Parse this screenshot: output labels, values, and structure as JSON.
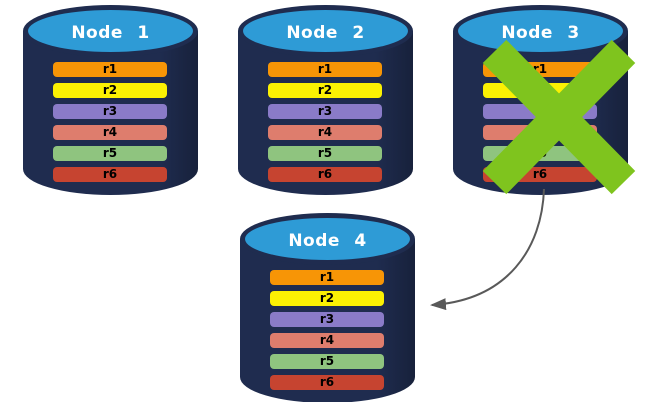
{
  "diagram": {
    "nodes": [
      {
        "label": "Node 1",
        "records": [
          "r1",
          "r2",
          "r3",
          "r4",
          "r5",
          "r6"
        ],
        "failed": false
      },
      {
        "label": "Node 2",
        "records": [
          "r1",
          "r2",
          "r3",
          "r4",
          "r5",
          "r6"
        ],
        "failed": false
      },
      {
        "label": "Node 3",
        "records": [
          "r1",
          "r2",
          "r3",
          "r4",
          "r5",
          "r6"
        ],
        "failed": true
      },
      {
        "label": "Node 4",
        "records": [
          "r1",
          "r2",
          "r3",
          "r4",
          "r5",
          "r6"
        ],
        "failed": false
      }
    ],
    "record_colors": {
      "r1": "#F79506",
      "r2": "#FBF103",
      "r3": "#8A7BC8",
      "r4": "#DE7D6D",
      "r5": "#8FC47F",
      "r6": "#C64430"
    },
    "colors": {
      "cylinder_body": "#1F2C4F",
      "cylinder_top": "#2E9BD6",
      "node_label_text": "#FFFFFF",
      "record_label_text": "#000000",
      "failure_x": "#7FC41E",
      "arrow": "#595959",
      "background": "#FFFFFF"
    },
    "failure_mark": {
      "symbol": "X",
      "on_node": "Node 3"
    },
    "arrow": {
      "from_node": "Node 3",
      "to_node": "Node 4"
    }
  }
}
